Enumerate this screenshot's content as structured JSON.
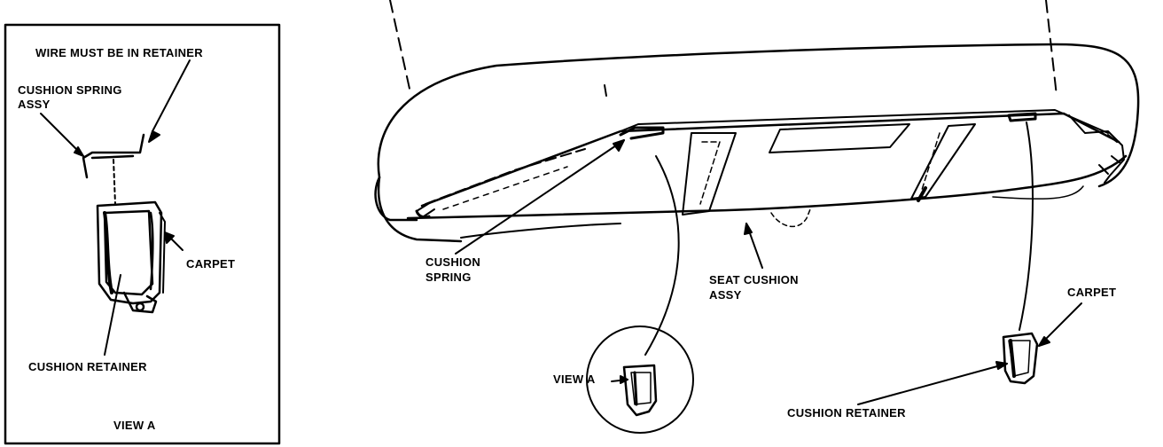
{
  "view_a_panel": {
    "wire_note": "WIRE MUST BE IN RETAINER",
    "cushion_spring_assy_line1": "CUSHION SPRING",
    "cushion_spring_assy_line2": "ASSY",
    "carpet": "CARPET",
    "cushion_retainer": "CUSHION RETAINER",
    "view_title": "VIEW A"
  },
  "main_view": {
    "cushion_spring_line1": "CUSHION",
    "cushion_spring_line2": "SPRING",
    "seat_cushion_assy_line1": "SEAT CUSHION",
    "seat_cushion_assy_line2": "ASSY",
    "view_a_callout": "VIEW A",
    "carpet": "CARPET",
    "cushion_retainer": "CUSHION RETAINER"
  },
  "colors": {
    "ink": "#000000",
    "paper": "#ffffff"
  }
}
